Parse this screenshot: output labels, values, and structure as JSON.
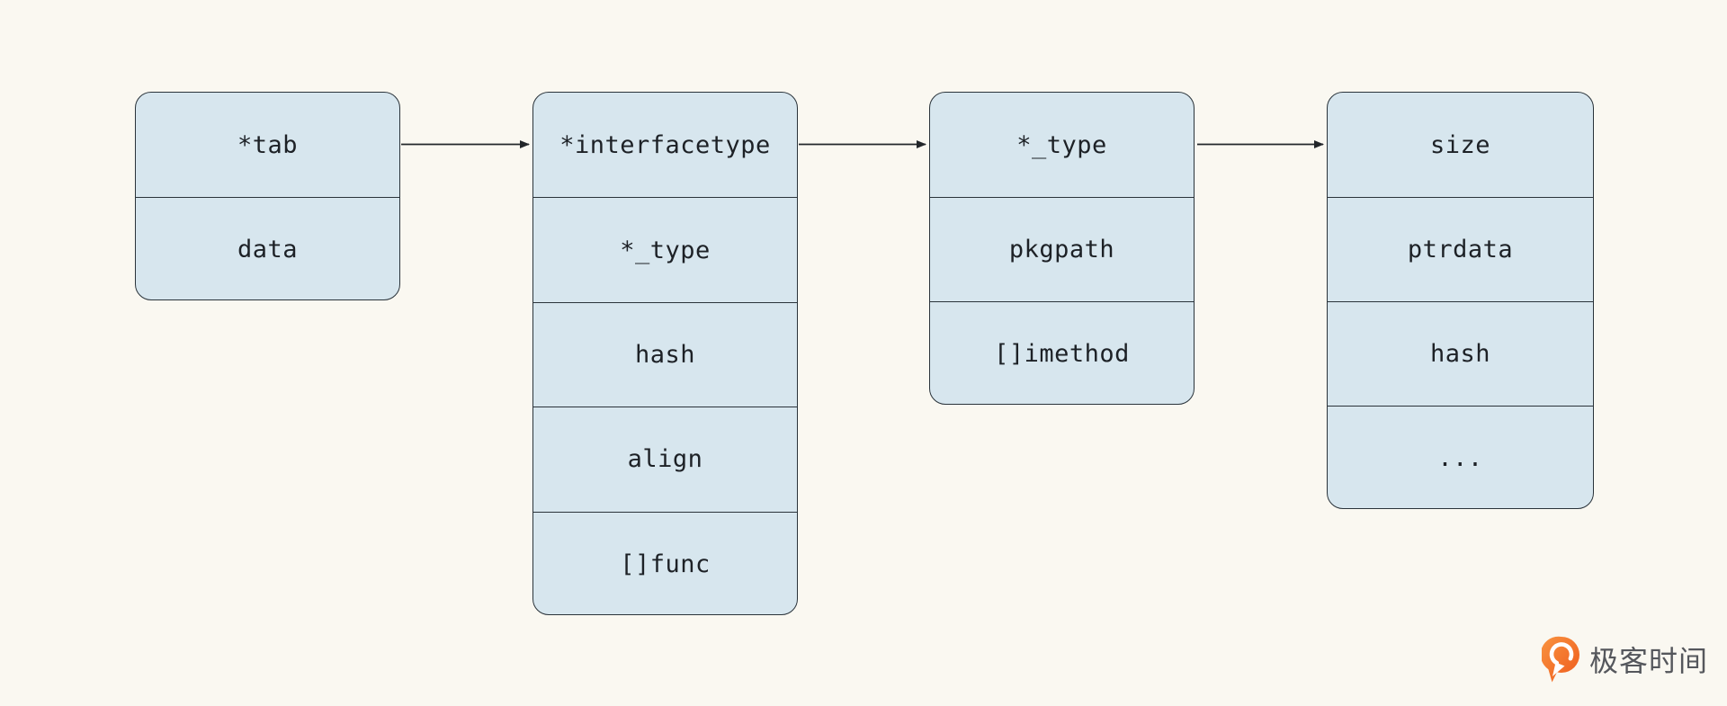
{
  "diagram": {
    "description": "Go interface internal memory layout diagram (iface -> itab -> interfacetype -> _type)",
    "boxes": [
      {
        "id": "iface",
        "cells": [
          "*tab",
          "data"
        ]
      },
      {
        "id": "itab",
        "cells": [
          "*interfacetype",
          "*_type",
          "hash",
          "align",
          "[]func"
        ]
      },
      {
        "id": "interfacetype",
        "cells": [
          "*_type",
          "pkgpath",
          "[]imethod"
        ]
      },
      {
        "id": "type",
        "cells": [
          "size",
          "ptrdata",
          "hash",
          "..."
        ]
      }
    ],
    "arrows": [
      {
        "from": "iface",
        "to": "itab"
      },
      {
        "from": "itab",
        "to": "interfacetype"
      },
      {
        "from": "interfacetype",
        "to": "type"
      }
    ]
  },
  "colors": {
    "background": "#faf8f1",
    "box_fill": "#d7e6ee",
    "box_border": "#2a333a",
    "cell_text": "#1d2126",
    "arrow": "#22262a",
    "logo_orange": "#f36f1f",
    "logo_text": "#55575c"
  },
  "branding": {
    "logo_text": "极客时间",
    "logo_icon": "geektime-pin-icon"
  }
}
